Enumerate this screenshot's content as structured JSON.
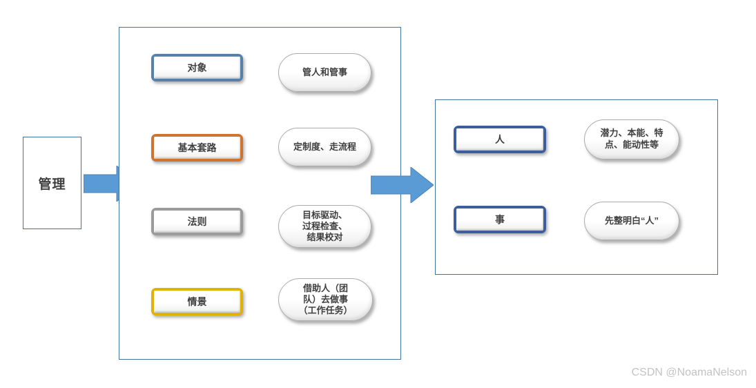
{
  "diagram": {
    "root": {
      "label": "管理"
    },
    "middle_panel": {
      "rows": [
        {
          "label": "对象",
          "desc": "管人和管事",
          "frame_color": "#5581AB"
        },
        {
          "label": "基本套路",
          "desc": "定制度、走流程",
          "frame_color": "#CD7433"
        },
        {
          "label": "法则",
          "desc": "目标驱动、\n过程检查、\n结果校对",
          "frame_color": "#9B9B9B"
        },
        {
          "label": "情景",
          "desc": "借助人（团\n队）去做事\n（工作任务）",
          "frame_color": "#E0B107"
        }
      ]
    },
    "right_panel": {
      "rows": [
        {
          "label": "人",
          "desc": "潜力、本能、特\n点、能动性等",
          "frame_color": "#3D5E9C"
        },
        {
          "label": "事",
          "desc": "先整明白“人”",
          "frame_color": "#3D5E9C"
        }
      ]
    },
    "colors": {
      "arrow_fill": "#5B9BD5",
      "arrow_stroke": "#4A82B8",
      "container_border": "#41719C",
      "text": "#3F3F3F"
    },
    "watermark": "CSDN @NoamaNelson"
  }
}
